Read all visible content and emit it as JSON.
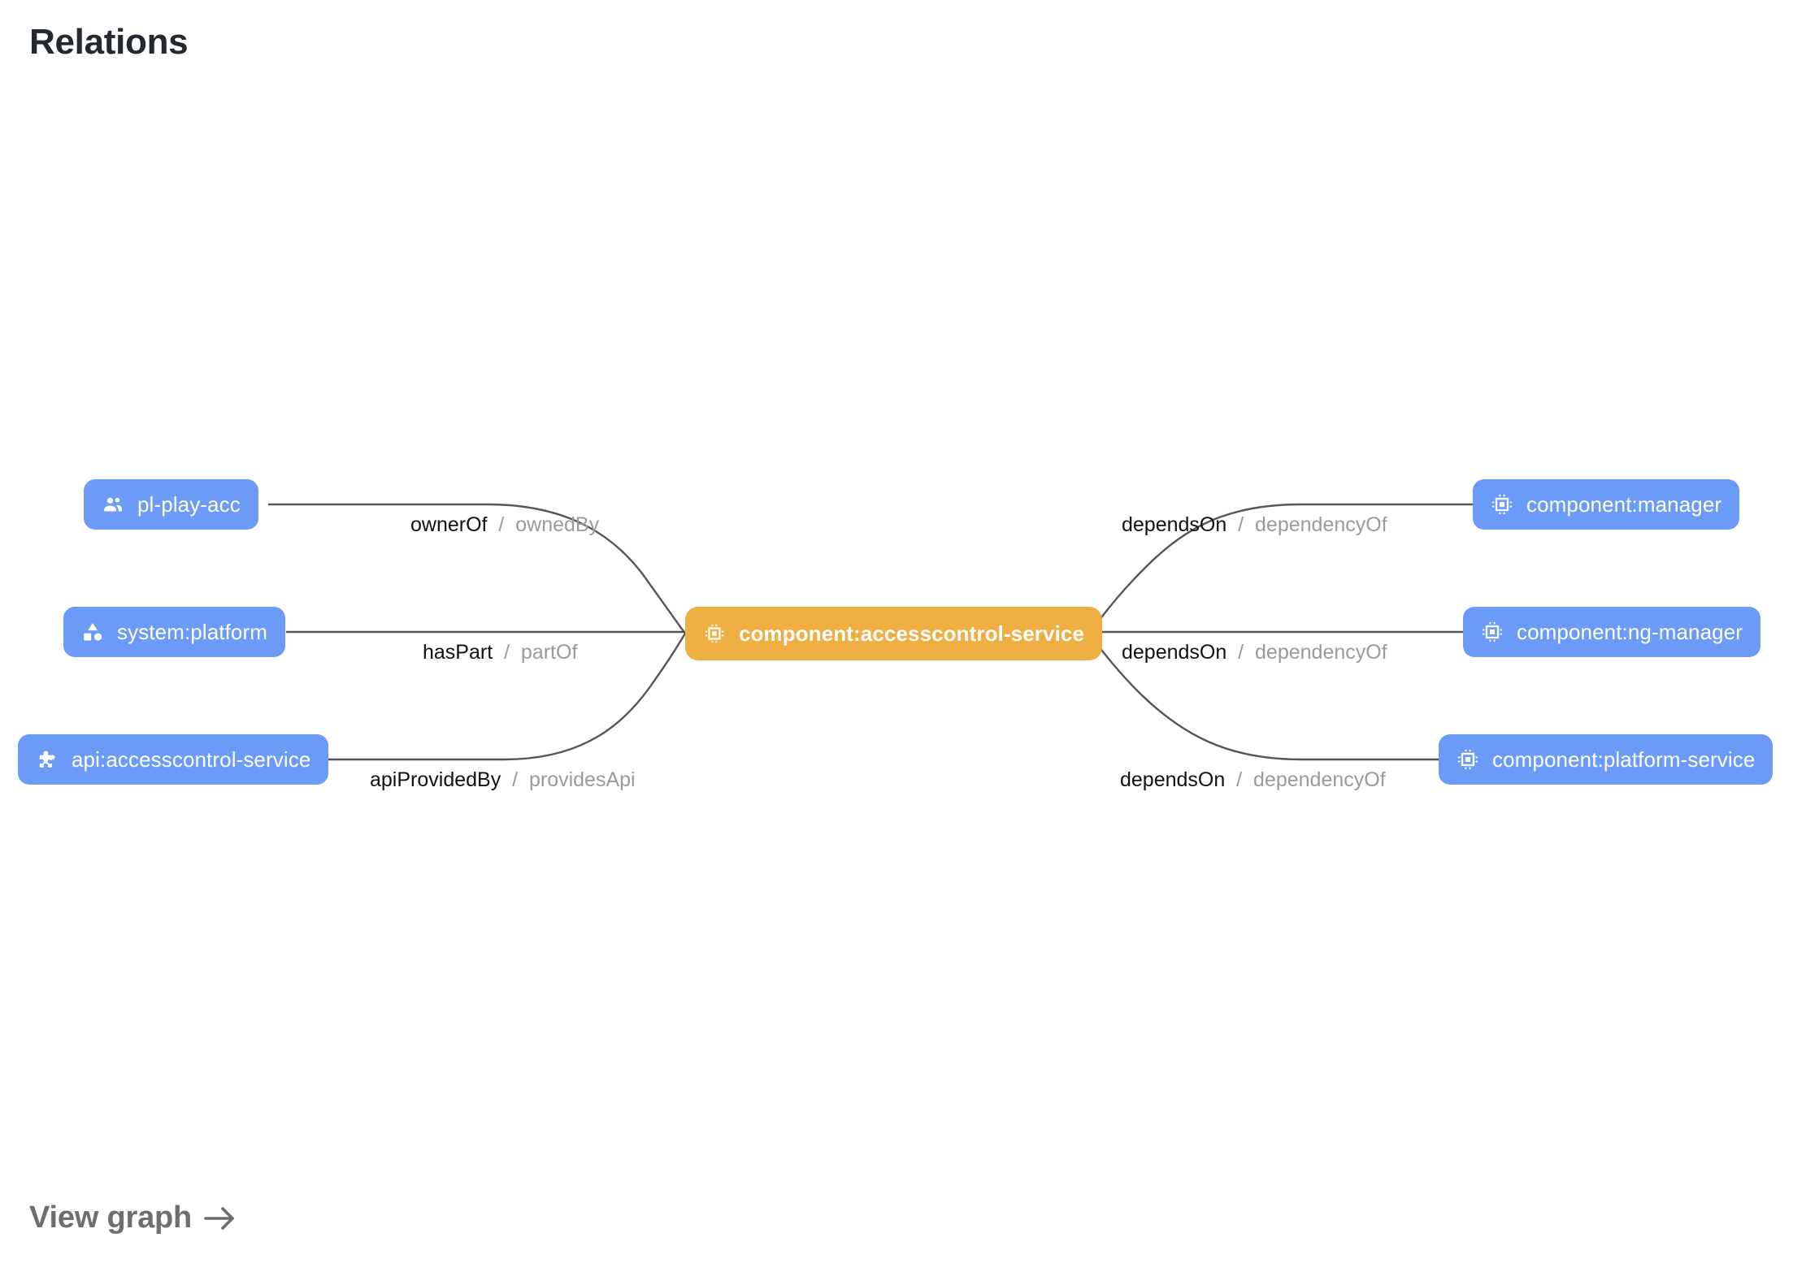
{
  "page": {
    "title": "Relations"
  },
  "footer": {
    "view_graph_label": "View graph",
    "arrow_icon": "arrow-right-icon"
  },
  "colors": {
    "node_blue": "#6b9bf7",
    "node_orange": "#efae42",
    "edge_stroke": "#555555",
    "label_forward": "#111111",
    "label_reverse": "#9a9a9a",
    "title": "#24292f",
    "footer_link": "#6e6e6e",
    "background": "#ffffff"
  },
  "graph": {
    "focus_node": {
      "id": "component:accesscontrol-service",
      "label": "component:accesscontrol-service",
      "icon": "memory-chip-icon",
      "kind": "component",
      "color": "#efae42"
    },
    "nodes": [
      {
        "id": "pl-play-acc",
        "label": "pl-play-acc",
        "icon": "group-people-icon",
        "kind": "group",
        "color": "#6b9bf7",
        "side": "left",
        "row": "top"
      },
      {
        "id": "system:platform",
        "label": "system:platform",
        "icon": "category-shapes-icon",
        "kind": "system",
        "color": "#6b9bf7",
        "side": "left",
        "row": "middle"
      },
      {
        "id": "api:accesscontrol-service",
        "label": "api:accesscontrol-service",
        "icon": "puzzle-piece-icon",
        "kind": "api",
        "color": "#6b9bf7",
        "side": "left",
        "row": "bottom"
      },
      {
        "id": "component:manager",
        "label": "component:manager",
        "icon": "memory-chip-icon",
        "kind": "component",
        "color": "#6b9bf7",
        "side": "right",
        "row": "top"
      },
      {
        "id": "component:ng-manager",
        "label": "component:ng-manager",
        "icon": "memory-chip-icon",
        "kind": "component",
        "color": "#6b9bf7",
        "side": "right",
        "row": "middle"
      },
      {
        "id": "component:platform-service",
        "label": "component:platform-service",
        "icon": "memory-chip-icon",
        "kind": "component",
        "color": "#6b9bf7",
        "side": "right",
        "row": "bottom"
      }
    ],
    "edges": [
      {
        "source": "pl-play-acc",
        "target": "component:accesscontrol-service",
        "forward": "ownerOf",
        "separator": "/",
        "reverse": "ownedBy"
      },
      {
        "source": "system:platform",
        "target": "component:accesscontrol-service",
        "forward": "hasPart",
        "separator": "/",
        "reverse": "partOf"
      },
      {
        "source": "api:accesscontrol-service",
        "target": "component:accesscontrol-service",
        "forward": "apiProvidedBy",
        "separator": "/",
        "reverse": "providesApi"
      },
      {
        "source": "component:accesscontrol-service",
        "target": "component:manager",
        "forward": "dependsOn",
        "separator": "/",
        "reverse": "dependencyOf"
      },
      {
        "source": "component:accesscontrol-service",
        "target": "component:ng-manager",
        "forward": "dependsOn",
        "separator": "/",
        "reverse": "dependencyOf"
      },
      {
        "source": "component:accesscontrol-service",
        "target": "component:platform-service",
        "forward": "dependsOn",
        "separator": "/",
        "reverse": "dependencyOf"
      }
    ]
  }
}
